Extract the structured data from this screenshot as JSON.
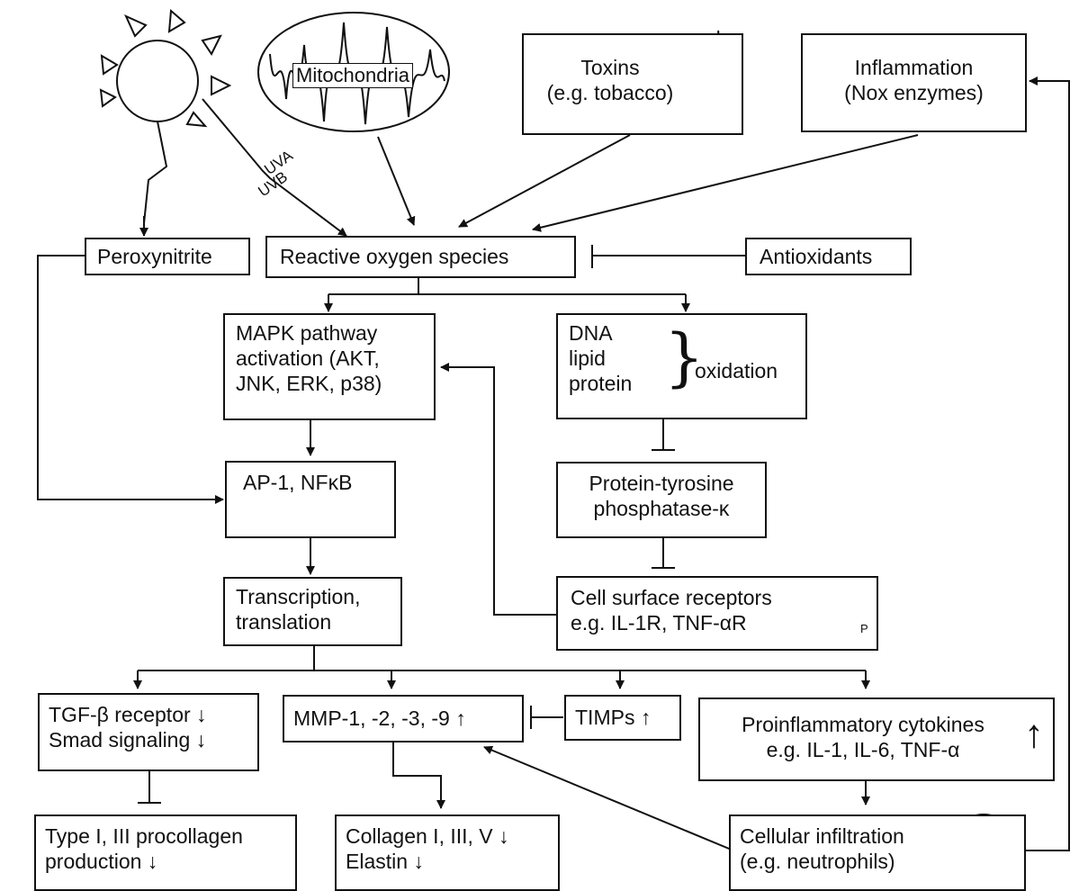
{
  "labels": {
    "mitochondria": "Mitochondria",
    "uva": "UVA",
    "uvb": "UVB",
    "toxins": [
      "Toxins",
      "(e.g. tobacco)"
    ],
    "inflammation": [
      "Inflammation",
      "(Nox enzymes)"
    ],
    "peroxynitrite": "Peroxynitrite",
    "ros": "Reactive oxygen species",
    "antioxidants": "Antioxidants",
    "mapk": [
      "MAPK pathway",
      "activation (AKT,",
      "JNK, ERK, p38)"
    ],
    "oxidation_items": [
      "DNA",
      "lipid",
      "protein"
    ],
    "oxidation": "oxidation",
    "ap1": "AP-1, NFκB",
    "ptp": [
      "Protein-tyrosine",
      "phosphatase-κ"
    ],
    "transcription": [
      "Transcription,",
      "translation"
    ],
    "receptors": [
      "Cell surface receptors",
      "e.g. IL-1R, TNF-αR"
    ],
    "tgf": [
      "TGF-β receptor",
      "Smad signaling"
    ],
    "mmp": "MMP-1, -2, -3, -9",
    "timps": "TIMPs",
    "cytokines": [
      "Proinflammatory cytokines",
      "e.g. IL-1, IL-6, TNF-α"
    ],
    "procollagen": [
      "Type I, III procollagen",
      "production"
    ],
    "collagen": [
      "Collagen I, III, V",
      "Elastin"
    ],
    "infiltration": [
      "Cellular infiltration",
      "(e.g. neutrophils)"
    ],
    "phospho": "P"
  },
  "icons": [
    "sun-icon",
    "mitochondria-icon",
    "cigarette-icon",
    "dna-helix-icon",
    "receptor-icon",
    "neutrophil-icon"
  ],
  "colors": {
    "ink": "#111111",
    "background": "#ffffff"
  }
}
